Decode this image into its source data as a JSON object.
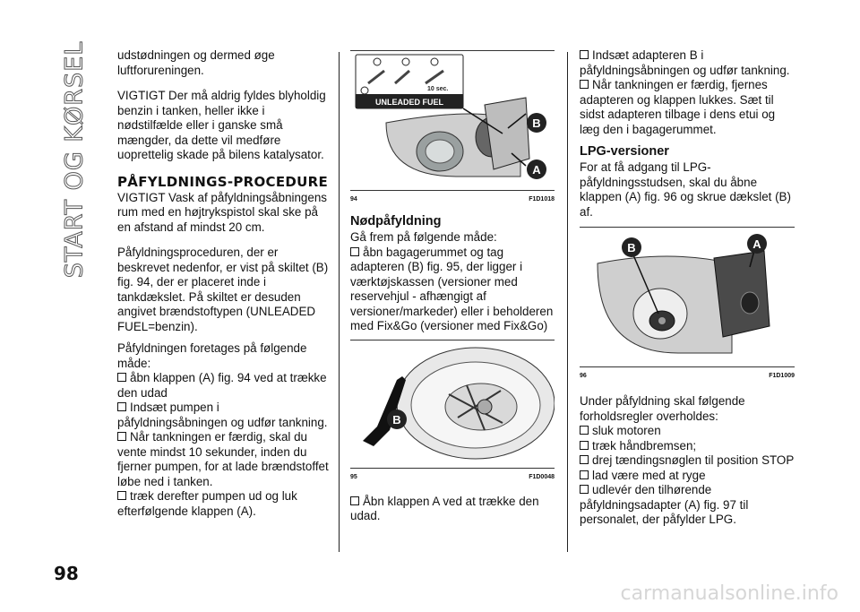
{
  "side_title": "START OG KØRSEL",
  "page_number": "98",
  "col1": {
    "p1": "udstødningen og dermed øge luftforureningen.",
    "p2": "VIGTIGT Der må aldrig fyldes blyholdig benzin i tanken, heller ikke i nødstilfælde eller i ganske små mængder, da dette vil medføre uoprettelig skade på bilens katalysator.",
    "heading": "PÅFYLDNINGS-PROCEDURE",
    "p3": "VIGTIGT Vask af påfyldningsåbningens rum med en højtrykspistol skal ske på en afstand af mindst 20 cm.",
    "p4": "Påfyldningsproceduren, der er beskrevet nedenfor, er vist på skiltet (B) fig. 94, der er placeret inde i tankdækslet. På skiltet er desuden angivet brændstoftypen (UNLEADED FUEL=benzin).",
    "p5": "Påfyldningen foretages på følgende måde:",
    "bullets": [
      "åbn klappen (A) fig. 94 ved at trække den udad",
      "Indsæt pumpen i påfyldningsåbningen og udfør tankning.",
      "Når tankningen er færdig, skal du vente mindst 10 sekunder, inden du fjerner pumpen, for at lade brændstoffet løbe ned i tanken.",
      "træk derefter pumpen ud og luk efterfølgende klappen (A)."
    ]
  },
  "col2": {
    "fig94": {
      "num": "94",
      "code": "F1D1018",
      "label_sec": "10 sec.",
      "label_fuel": "UNLEADED FUEL",
      "callout_a": "A",
      "callout_b": "B"
    },
    "heading": "Nødpåfyldning",
    "p1": "Gå frem på følgende måde:",
    "bullet1": "åbn bagagerummet og tag adapteren (B) fig. 95, der ligger i værktøjskassen (versioner med reservehjul - afhængigt af versioner/markeder) eller i beholderen med Fix&Go (versioner med Fix&Go)",
    "fig95": {
      "num": "95",
      "code": "F1D0048",
      "callout_b": "B"
    },
    "bullet2": "Åbn klappen A ved at trække den udad."
  },
  "col3": {
    "bullets_top": [
      "Indsæt adapteren B i påfyldningsåbningen og udfør tankning.",
      "Når tankningen er færdig, fjernes adapteren og klappen lukkes. Sæt til sidst adapteren tilbage i dens etui og læg den i bagagerummet."
    ],
    "heading": "LPG-versioner",
    "p1": "For at få adgang til LPG-påfyldningsstudsen, skal du åbne klappen (A) fig. 96 og skrue dækslet (B) af.",
    "fig96": {
      "num": "96",
      "code": "F1D1009",
      "callout_a": "A",
      "callout_b": "B"
    },
    "p2": "Under påfyldning skal følgende forholdsregler overholdes:",
    "bullets_bottom": [
      "sluk motoren",
      "træk håndbremsen;",
      "drej tændingsnøglen til position STOP",
      "lad være med at ryge",
      "udlevér den tilhørende påfyldningsadapter (A) fig. 97 til personalet, der påfylder LPG."
    ]
  },
  "watermark": "carmanualsonline.info"
}
